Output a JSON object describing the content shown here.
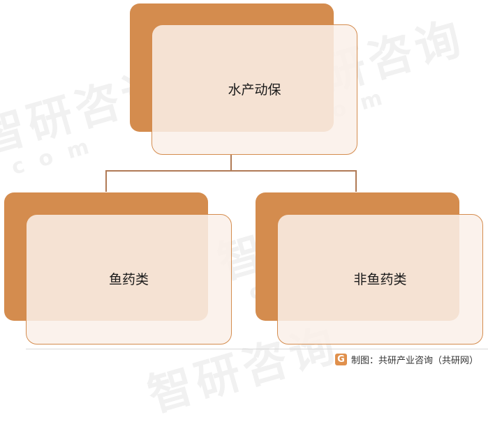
{
  "diagram": {
    "root": {
      "label": "水产动保"
    },
    "children": [
      {
        "label": "鱼药类"
      },
      {
        "label": "非鱼药类"
      }
    ]
  },
  "watermark": {
    "text": "智研咨询",
    "domain": "com"
  },
  "footer": {
    "source": "制图：共研产业咨询（共研网）",
    "logo_letter": "G"
  },
  "colors": {
    "accent": "#d48c4e",
    "card_fill": "#faf0e9",
    "connector": "#b07a55"
  }
}
